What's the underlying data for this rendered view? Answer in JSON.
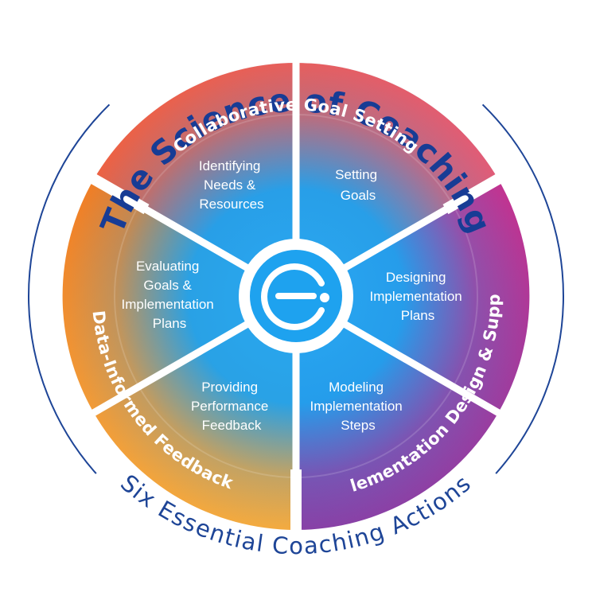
{
  "title": "The Science of Coaching",
  "subtitle": "Six Essential Coaching Actions",
  "sections": [
    {
      "label": "Collaborative Goal Setting"
    },
    {
      "label": "Implementation Design & Support"
    },
    {
      "label": "Data-Informed Feedback"
    }
  ],
  "actions": [
    {
      "lines": [
        "Identifying",
        "Needs &",
        "Resources"
      ]
    },
    {
      "lines": [
        "Setting",
        "Goals"
      ]
    },
    {
      "lines": [
        "Designing",
        "Implementation",
        "Plans"
      ]
    },
    {
      "lines": [
        "Modeling",
        "Implementation",
        "Steps"
      ]
    },
    {
      "lines": [
        "Providing",
        "Performance",
        "Feedback"
      ]
    },
    {
      "lines": [
        "Evaluating",
        "Goals &",
        "Implementation",
        "Plans"
      ]
    }
  ],
  "logo": {
    "icon": "coaching-logo-icon"
  },
  "colors": {
    "navy": "#173c95",
    "coral": "#ee6a55",
    "magenta": "#c93a8e",
    "orange": "#f69a2e",
    "blue": "#1ea2ef"
  }
}
